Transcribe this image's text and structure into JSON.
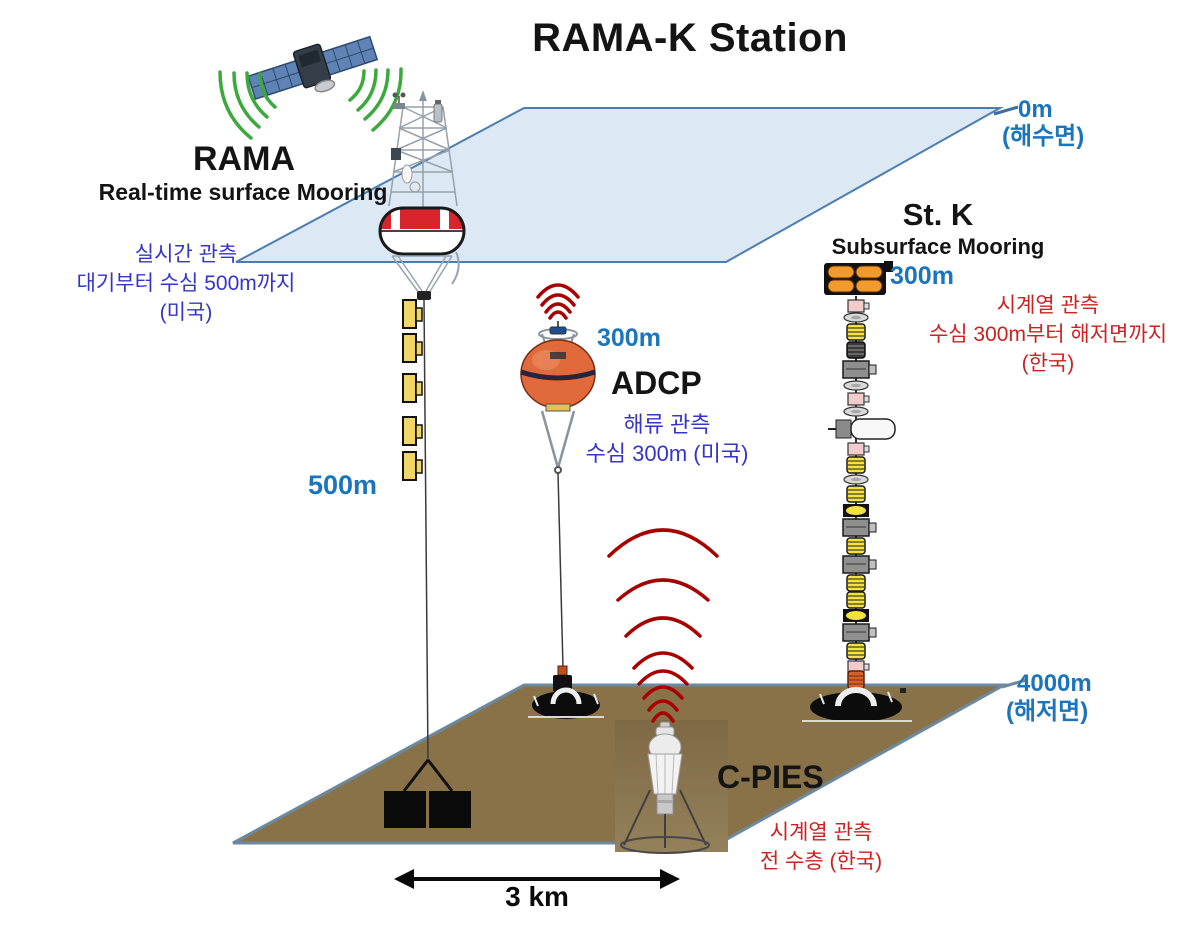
{
  "title": "RAMA-K Station",
  "rama": {
    "name": "RAMA",
    "subtitle": "Real-time surface Mooring",
    "depth": "500m",
    "note": [
      "실시간 관측",
      "대기부터 수심 500m까지",
      "(미국)"
    ]
  },
  "sea_surface": {
    "depth": "0m",
    "label": "(해수면)"
  },
  "adcp": {
    "name": "ADCP",
    "depth": "300m",
    "note": [
      "해류 관측",
      "수심 300m (미국)"
    ]
  },
  "stk": {
    "name": "St. K",
    "subtitle": "Subsurface Mooring",
    "depth": "300m",
    "note": [
      "시계열 관측",
      "수심 300m부터 해저면까지",
      "(한국)"
    ]
  },
  "seafloor": {
    "depth": "4000m",
    "label": "(해저면)"
  },
  "cpies": {
    "name": "C-PIES",
    "note": [
      "시계열 관측",
      "전 수층 (한국)"
    ]
  },
  "scale_bar": {
    "label": "3 km"
  },
  "colors": {
    "depth_blue": "#1B75BC",
    "note_blue": "#3535C8",
    "note_red": "#CC2222",
    "sea_fill": "#DCE8F4",
    "sea_border": "#4C7DB0",
    "floor_fill": "#8A7248",
    "floor_border": "#6B8AA0",
    "signal_green": "#3CA93C",
    "signal_red": "#A80000",
    "sensor_yellow": "#F2D567",
    "buoy_red": "#D8242C",
    "adcp_orange": "#E06A3C",
    "float_orange": "#F29A2E"
  }
}
